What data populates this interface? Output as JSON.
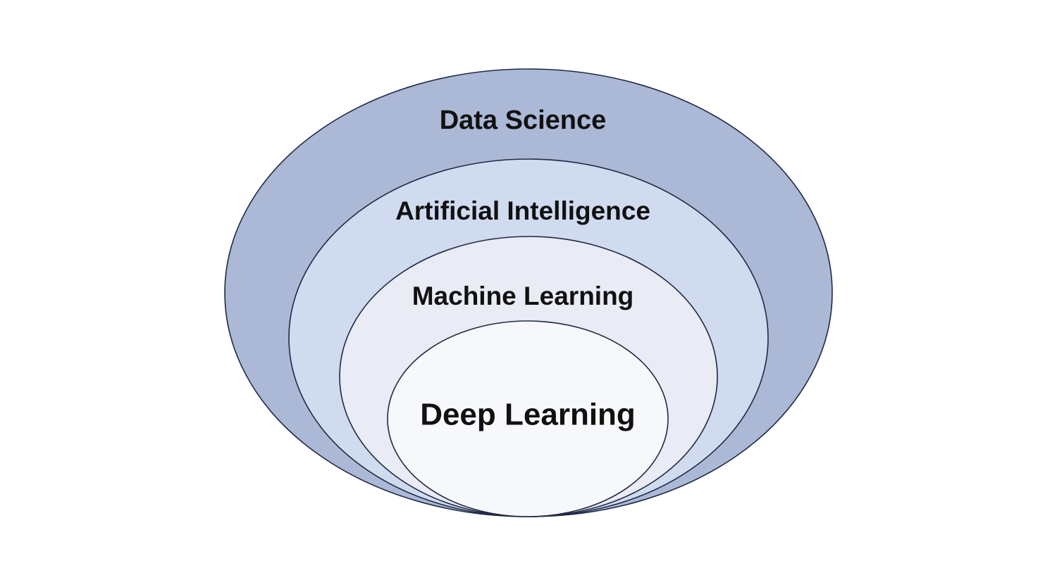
{
  "diagram": {
    "type": "nested-sets",
    "rings": [
      {
        "id": "data-science",
        "label": "Data Science",
        "fill": "#abb8d6"
      },
      {
        "id": "artificial-intelligence",
        "label": "Artificial Intelligence",
        "fill": "#d0dbf0"
      },
      {
        "id": "machine-learning",
        "label": "Machine Learning",
        "fill": "#e9ebf5"
      },
      {
        "id": "deep-learning",
        "label": "Deep Learning",
        "fill": "#f6f8fc"
      }
    ],
    "stroke_color": "#1f2a44",
    "background": "#ffffff"
  }
}
